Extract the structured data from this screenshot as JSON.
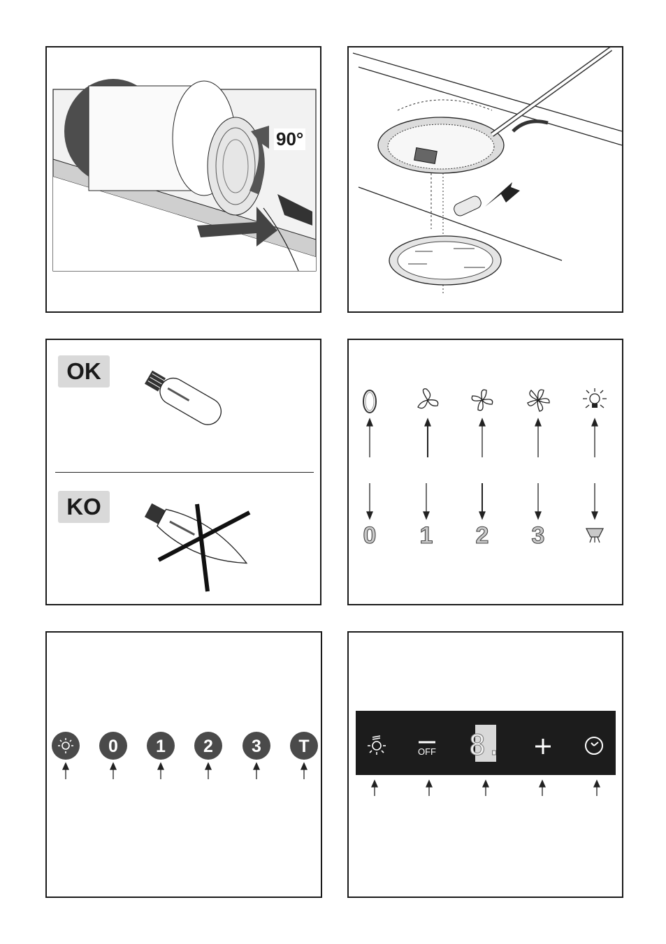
{
  "panel1": {
    "angle_label": "90°"
  },
  "panel3": {
    "ok_label": "OK",
    "ko_label": "KO"
  },
  "panel4": {
    "top_symbols": [
      "power-zero-icon",
      "fan-speed-1-icon",
      "fan-speed-2-icon",
      "fan-speed-3-icon",
      "light-bulb-icon"
    ],
    "bottom_labels": [
      "0",
      "1",
      "2",
      "3"
    ],
    "bottom_last_icon": "lamp-icon"
  },
  "panel5": {
    "buttons": [
      {
        "label": "",
        "icon": "light-icon"
      },
      {
        "label": "0"
      },
      {
        "label": "1"
      },
      {
        "label": "2"
      },
      {
        "label": "3"
      },
      {
        "label": "T"
      }
    ]
  },
  "panel6": {
    "off_label": "OFF",
    "display_digit": "8.",
    "plus_label": "+",
    "icons": [
      "light-icon",
      "off-icon",
      "display-icon",
      "plus-icon",
      "timer-icon"
    ]
  },
  "colors": {
    "badge_bg": "#d9d9d9",
    "button_dark": "#4a4a4a",
    "control_panel": "#1c1c1c"
  }
}
